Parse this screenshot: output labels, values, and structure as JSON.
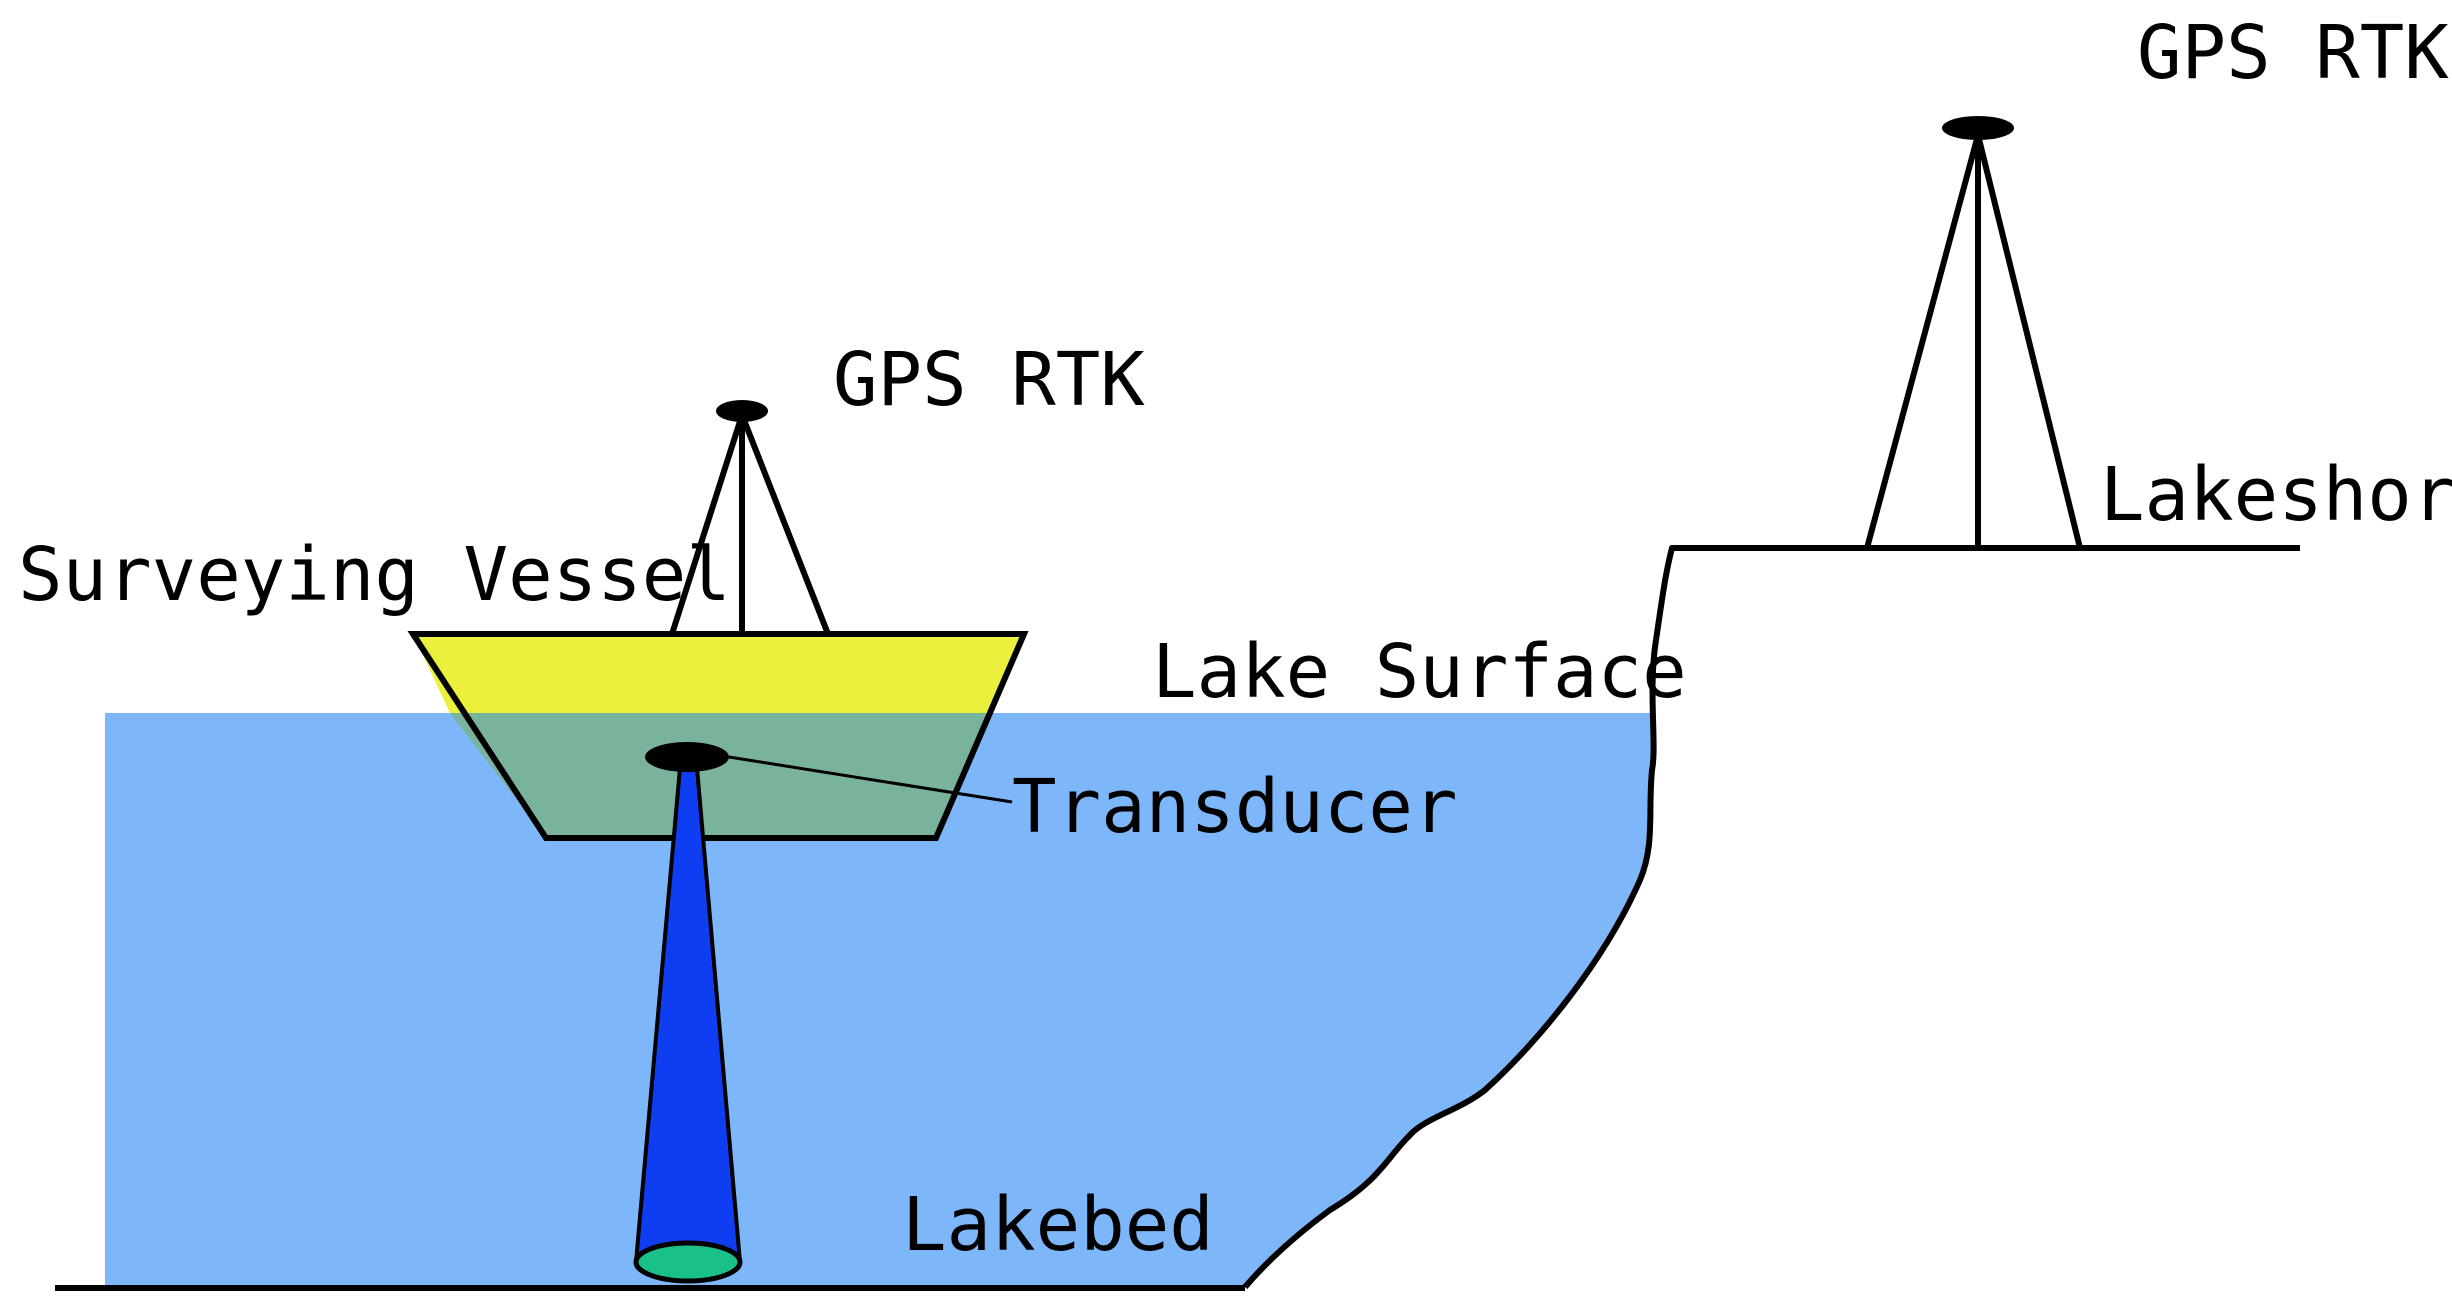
{
  "labels": {
    "gps_vessel": "GPS RTK",
    "gps_shore": "GPS RTK",
    "vessel": "Surveying Vessel",
    "lake_surface": "Lake Surface",
    "transducer": "Transducer",
    "lakebed": "Lakebed",
    "lakeshore": "Lakeshore"
  },
  "colors": {
    "water": "#7EB6FA",
    "hull_above_water": "#EAF03C",
    "hull_below_water": "#79B39B",
    "sonar_beam": "#0F3EF2",
    "beam_footprint": "#19C08A",
    "outline": "#000000"
  }
}
